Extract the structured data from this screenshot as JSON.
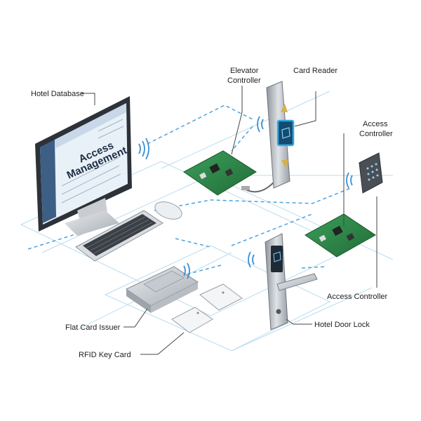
{
  "labels": {
    "hotel_database": "Hotel Database",
    "elevator_controller_line1": "Elevator",
    "elevator_controller_line2": "Controller",
    "card_reader": "Card Reader",
    "access_controller_top_line1": "Access",
    "access_controller_top_line2": "Controller",
    "access_controller_bottom": "Access Controller",
    "flat_card_issuer": "Flat Card Issuer",
    "rfid_key_card": "RFID Key Card",
    "hotel_door_lock": "Hotel Door Lock"
  },
  "monitor_screen": {
    "title_line1": "Access",
    "title_line2": "Management"
  },
  "colors": {
    "connection_dashed": "#4aa3df",
    "floor_lines": "#b9dcef",
    "pcb_green": "#2f8a4a",
    "reader_glow": "#2fa8e0"
  },
  "icons": [
    "wifi-signal-icon",
    "contactless-card-icon",
    "arrow-up-icon",
    "arrow-down-icon",
    "keypad-icon"
  ]
}
